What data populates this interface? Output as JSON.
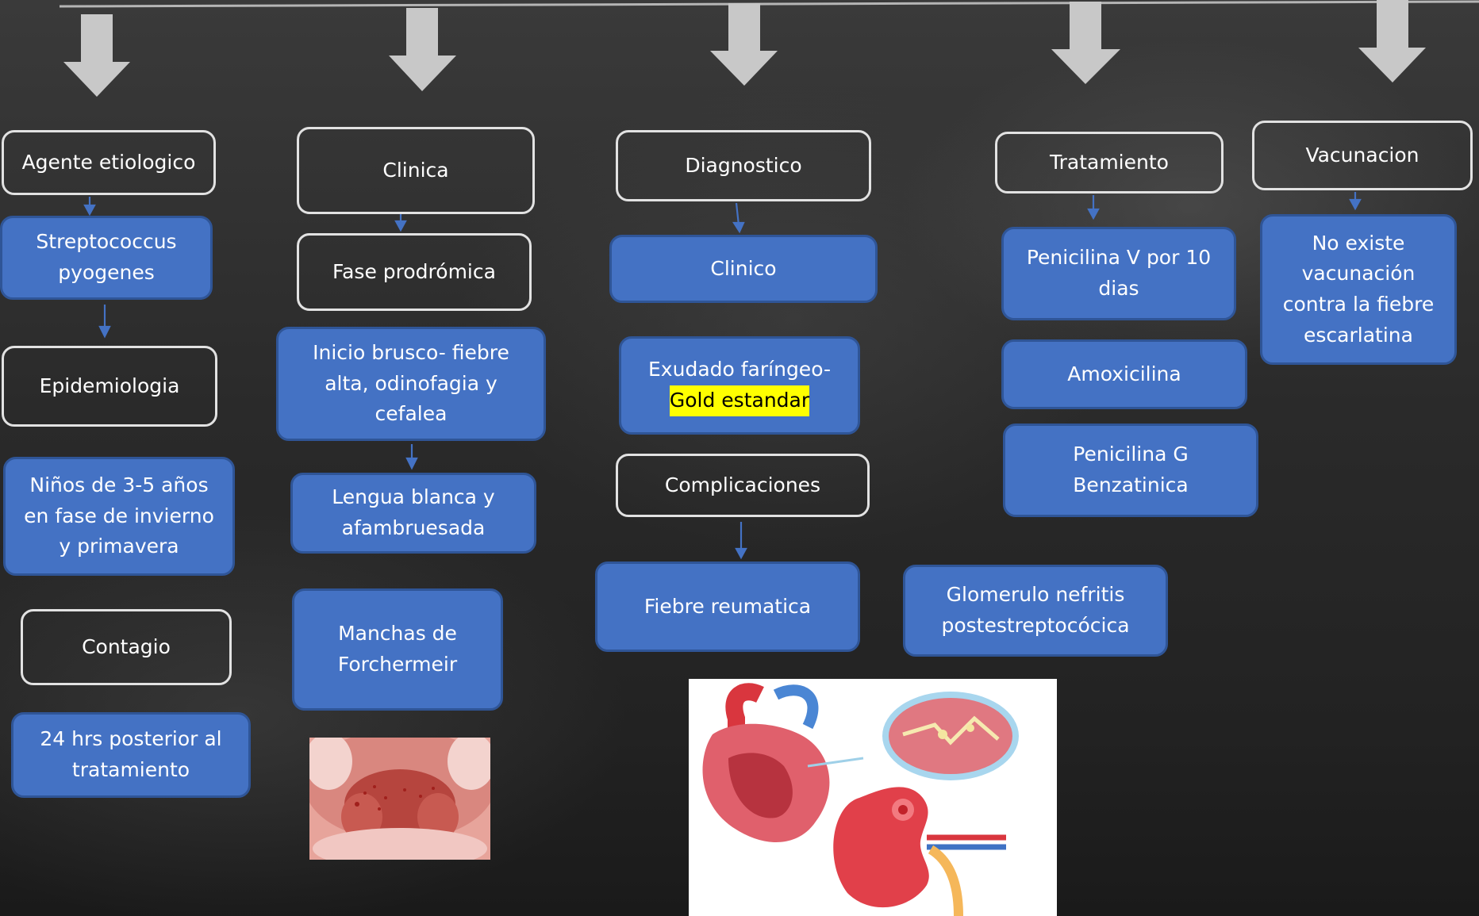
{
  "columns": {
    "agente": {
      "title": "Agente etiologico",
      "organism": "Streptococcus pyogenes",
      "epidemiologia": "Epidemiologia",
      "epidemiologia_detail": "Niños de 3-5 años en fase de invierno y primavera",
      "contagio": "Contagio",
      "contagio_detail": "24 hrs posterior al tratamiento"
    },
    "clinica": {
      "title": "Clinica",
      "fase": "Fase prodrómica",
      "inicio": "Inicio brusco- fiebre alta, odinofagia y cefalea",
      "lengua": "Lengua blanca y afambruesada",
      "manchas": "Manchas de Forchermeir"
    },
    "diagnostico": {
      "title": "Diagnostico",
      "clinico": "Clinico",
      "exudado": "Exudado faríngeo-",
      "gold": "Gold estandar",
      "complicaciones": "Complicaciones",
      "fiebre": "Fiebre reumatica",
      "glomerulo": "Glomerulo nefritis postestreptocócica"
    },
    "tratamiento": {
      "title": "Tratamiento",
      "penicilina_v": "Penicilina V por 10 dias",
      "amoxicilina": "Amoxicilina",
      "penicilina_g": "Penicilina G Benzatinica"
    },
    "vacunacion": {
      "title": "Vacunacion",
      "detail": "No existe vacunación contra la fiebre escarlatina"
    }
  },
  "colors": {
    "filled": "#4472c4",
    "filled_border": "#2f5597",
    "outline": "#e2e2e2",
    "highlight": "#ffff00",
    "big_arrow": "#c8c8c8"
  }
}
